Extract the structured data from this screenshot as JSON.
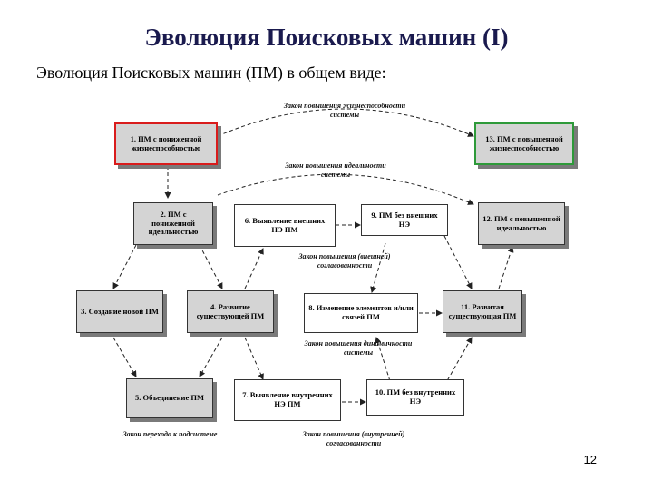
{
  "title": "Эволюция Поисковых машин (I)",
  "subtitle": "Эволюция Поисковых машин (ПМ) в общем виде:",
  "page_number": "12",
  "nodes": {
    "n1": "1. ПМ с пониженной жизнеспособностью",
    "n2": "2. ПМ с пониженной идеальностью",
    "n3": "3. Создание новой ПМ",
    "n4": "4. Развитие существующей ПМ",
    "n5": "5. Объединение ПМ",
    "n6": "6. Выявление внешних НЭ ПМ",
    "n7": "7. Выявление внутренних НЭ ПМ",
    "n8": "8. Изменение элементов и/или связей ПМ",
    "n9": "9. ПМ без внешних НЭ",
    "n10": "10. ПМ без внутренних НЭ",
    "n11": "11. Развитая существующая ПМ",
    "n12": "12. ПМ с повышенной идеальностью",
    "n13": "13. ПМ с повышенной жизнеспособностью"
  },
  "laws": {
    "viability": "Закон повышения жизнеспособности системы",
    "ideality": "Закон повышения идеальности системы",
    "external": "Закон повышения (внешней) согласованности",
    "dynamics": "Закон повышения динамичности системы",
    "subsystem": "Закон перехода к подсистеме",
    "internal": "Закон повышения (внутренней) согласованности"
  },
  "colors": {
    "highlight_start": "#d91c1c",
    "highlight_end": "#2e9a3a",
    "title": "#1a1a4e",
    "node_fill": "#d4d4d4"
  }
}
